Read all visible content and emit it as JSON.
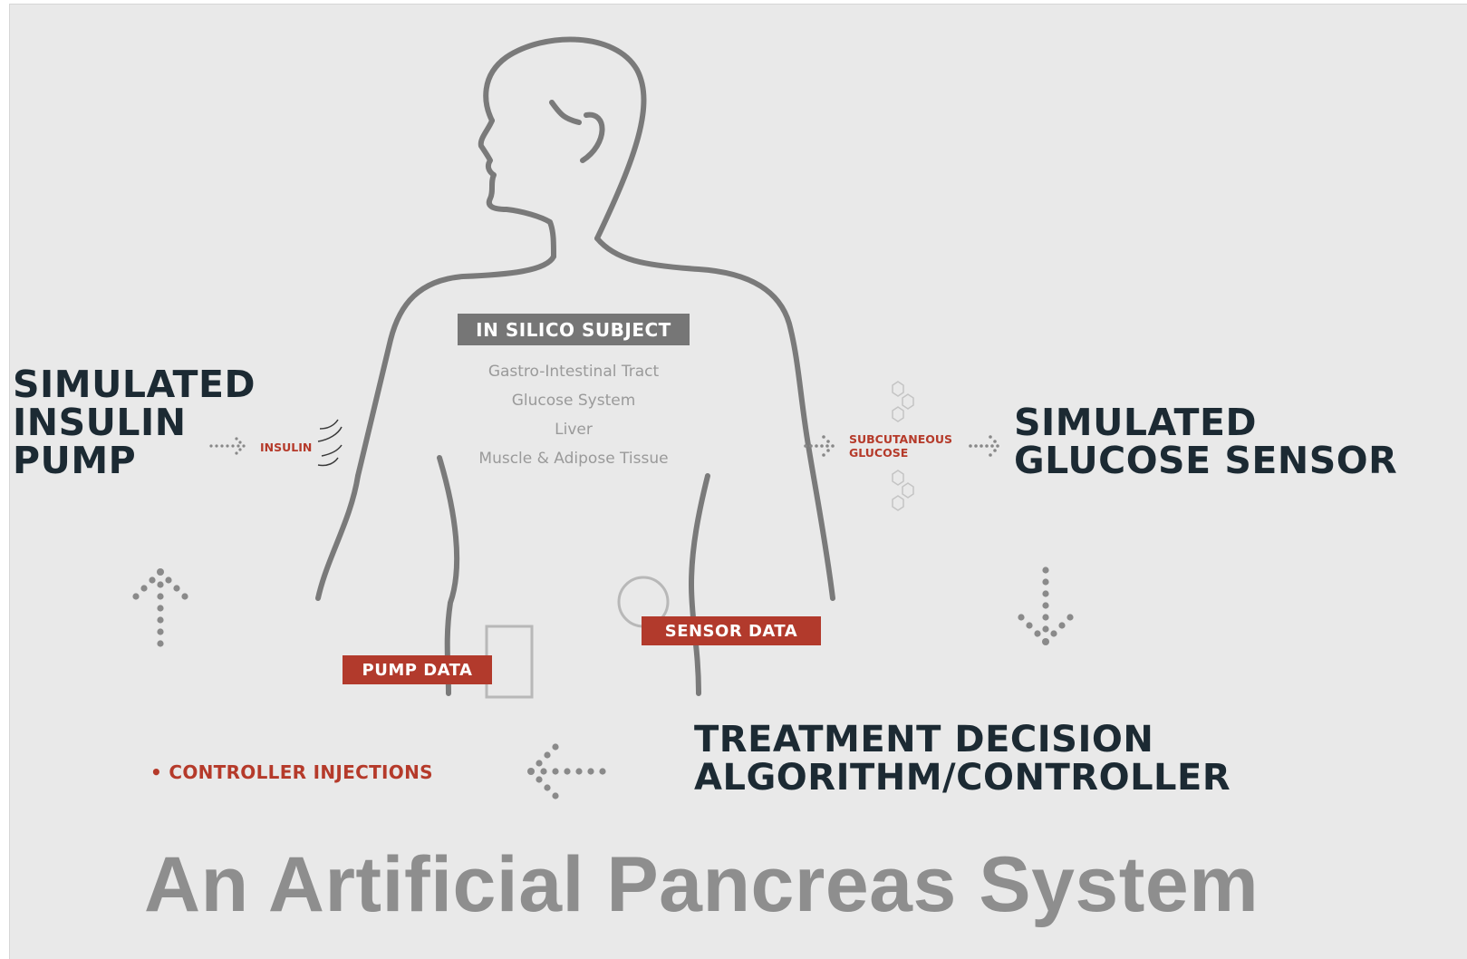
{
  "pump": {
    "title_line1": "SIMULATED",
    "title_line2": "INSULIN",
    "title_line3": "PUMP"
  },
  "sensor": {
    "title_line1": "SIMULATED",
    "title_line2": "GLUCOSE SENSOR"
  },
  "controller": {
    "title_line1": "TREATMENT DECISION",
    "title_line2": "ALGORITHM/CONTROLLER"
  },
  "flows": {
    "insulin": "INSULIN",
    "subq_line1": "SUBCUTANEOUS",
    "subq_line2": "GLUCOSE",
    "pump_data": "PUMP DATA",
    "sensor_data": "SENSOR DATA",
    "injections": "• CONTROLLER INJECTIONS"
  },
  "subject": {
    "title": "IN SILICO SUBJECT",
    "organs": [
      "Gastro-Intestinal Tract",
      "Glucose System",
      "Liver",
      "Muscle & Adipose Tissue"
    ]
  },
  "footer": {
    "title": "An Artificial Pancreas System"
  },
  "colors": {
    "background": "#e9e9e9",
    "dark_text": "#1c2a33",
    "accent_red": "#b23a2c",
    "gray_box": "#767676",
    "outline": "#7a7a7a"
  }
}
